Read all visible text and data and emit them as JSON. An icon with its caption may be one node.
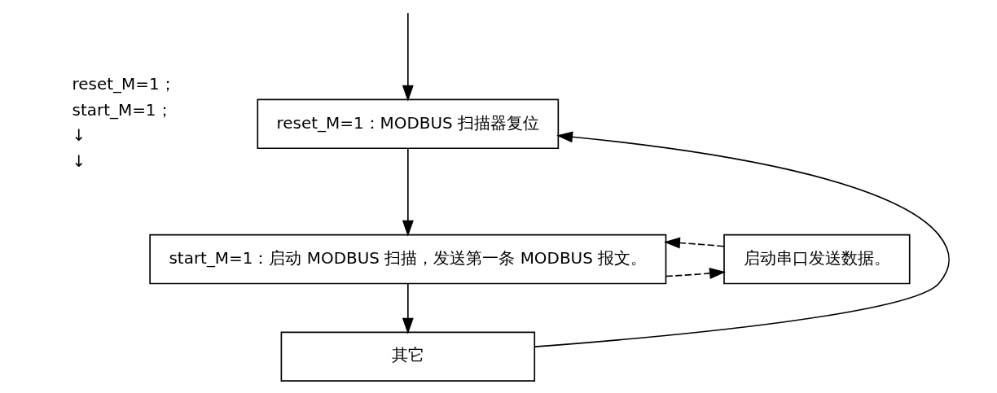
{
  "diagram": {
    "nodes": [
      {
        "text": [
          "reset_M=1：MODBUS 扫描器复位"
        ]
      },
      {
        "text": [
          "start_M=1：启动 MODBUS 扫描，发送第一条 MODBUS 报文。"
        ]
      },
      {
        "text": [
          "启动串口发送数据。"
        ]
      },
      {
        "text": [
          "其它"
        ]
      }
    ],
    "edges": [
      {
        "from": null,
        "to": 0,
        "arrow": "to"
      },
      {
        "from": 0,
        "to": 1,
        "arrow": "to"
      },
      {
        "from": 1,
        "to": 2,
        "arrow": "to",
        "style": "dashed"
      },
      {
        "from": 2,
        "to": 1,
        "arrow": "to",
        "style": "dashed"
      },
      {
        "from": 1,
        "to": 3,
        "arrow": "to"
      },
      {
        "from": 3,
        "to": 0,
        "arrow": "to"
      }
    ],
    "labels": [
      "reset_M=1；",
      "start_M=1；",
      "↓",
      "↓"
    ]
  }
}
